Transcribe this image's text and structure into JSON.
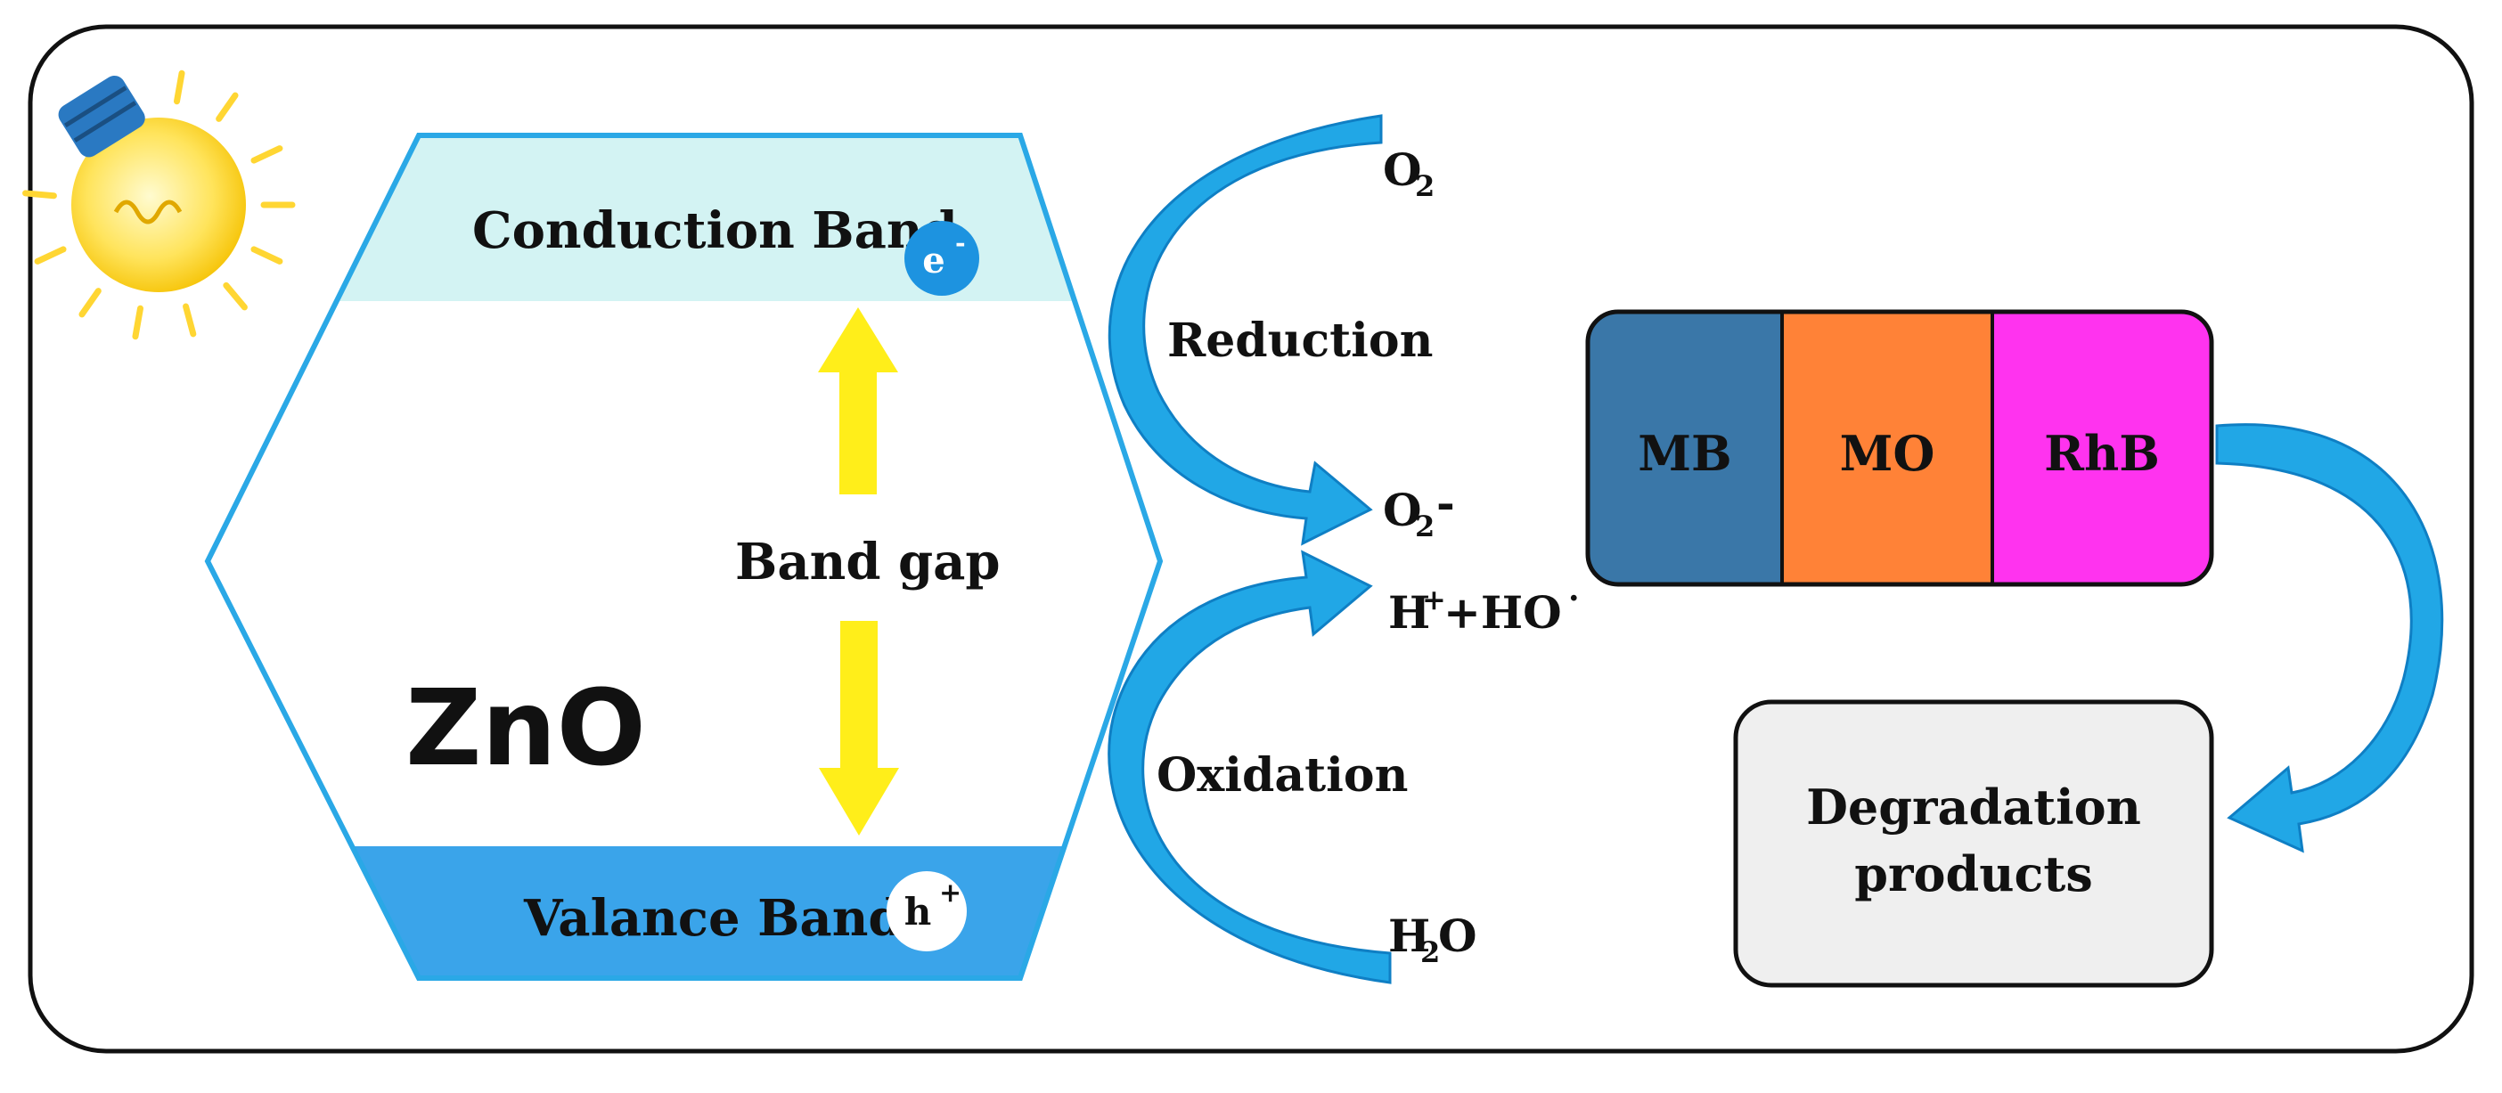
{
  "diagram": {
    "material": "ZnO",
    "conduction_band": "Conduction Band",
    "valence_band": "Valance Band",
    "band_gap": "Band gap",
    "electron": {
      "base": "e",
      "sup": "-"
    },
    "hole": {
      "base": "h",
      "sup": "+"
    },
    "reduction_label": "Reduction",
    "oxidation_label": "Oxidation",
    "o2": {
      "base": "O",
      "sub": "2"
    },
    "superoxide": {
      "base": "O",
      "sub": "2",
      "tail": "-"
    },
    "h_plus_ho": {
      "h": "H",
      "sup_plus": "+",
      "rest": "+HO",
      "sup_dot": "·"
    },
    "water": {
      "h": "H",
      "sub": "2",
      "o": "O"
    },
    "dyes": [
      "MB",
      "MO",
      "RhB"
    ],
    "degradation": [
      "Degradation",
      "products"
    ]
  },
  "colors": {
    "hexagon_border": "#2aa8e6",
    "conduction_fill": "#d3f3f3",
    "valence_fill": "#3aa4ea",
    "electron_circle": "#1d93e0",
    "band_gap_arrow": "#ffee1a",
    "process_arrow": "#21a7e6",
    "process_arrow_edge": "#0f7fc4",
    "dye_mb": "#3a77a8",
    "dye_mo": "#ff8237",
    "dye_rhb": "#ff33ef",
    "degradation_box": "#efefef",
    "bulb_glass": "#ffe66b",
    "bulb_base": "#2a79c2",
    "ray": "#ffd633"
  },
  "icons": {
    "bulb": "light-bulb-icon"
  }
}
